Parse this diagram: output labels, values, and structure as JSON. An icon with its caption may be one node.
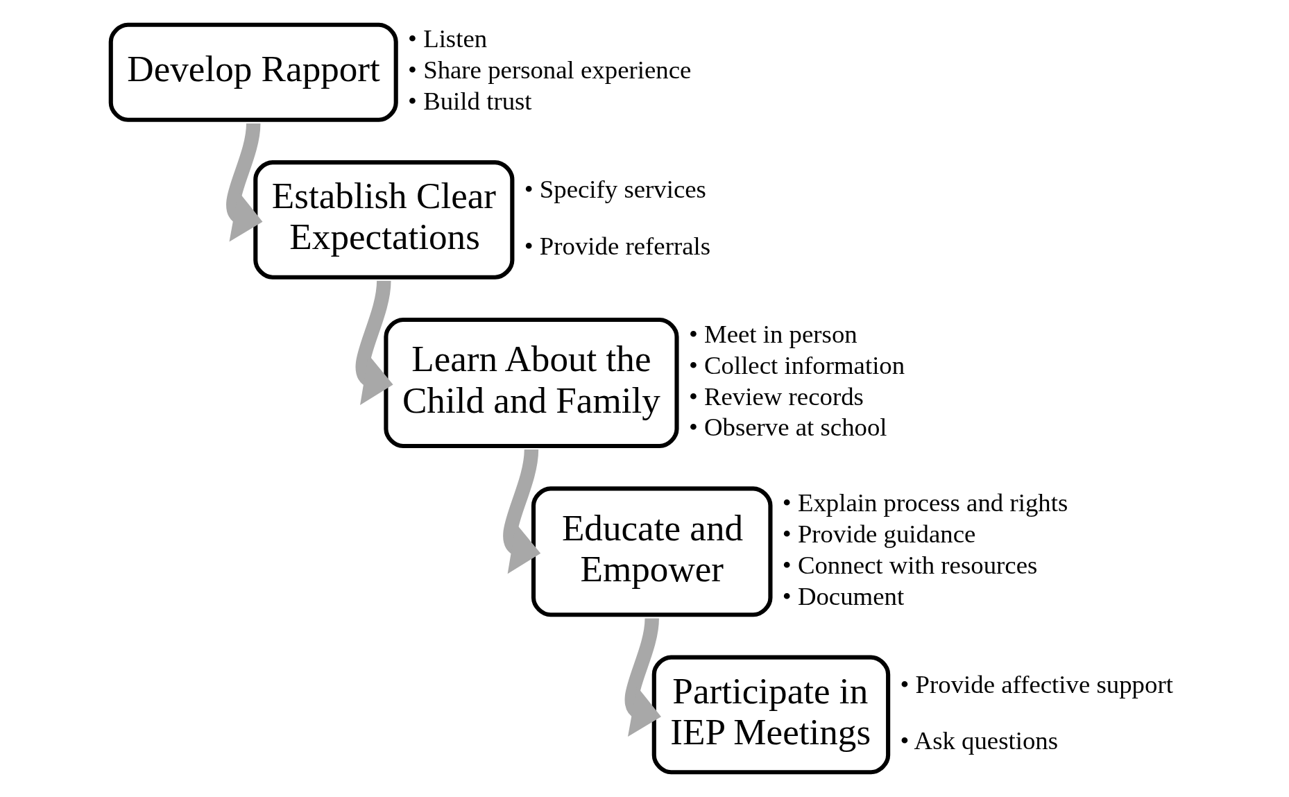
{
  "diagram": {
    "nodes": [
      {
        "text": [
          "Develop Rapport"
        ],
        "beside": [
          "• Listen",
          "• Share personal experience",
          "• Build trust"
        ]
      },
      {
        "text": [
          "Establish Clear Expectations"
        ],
        "beside": [
          "• Specify services",
          "• Provide referrals"
        ]
      },
      {
        "text": [
          "Learn About the Child and Family"
        ],
        "beside": [
          "• Meet in person",
          "• Collect information",
          "• Review records",
          "• Observe at school"
        ]
      },
      {
        "text": [
          "Educate and Empower"
        ],
        "beside": [
          "• Explain process and rights",
          "• Provide guidance",
          "• Connect with resources",
          "• Document"
        ]
      },
      {
        "text": [
          "Participate in IEP Meetings"
        ],
        "beside": [
          "• Provide affective support",
          "• Ask questions"
        ]
      }
    ],
    "edges": [
      {
        "from": 0,
        "to": 1,
        "arrow": "to"
      },
      {
        "from": 1,
        "to": 2,
        "arrow": "to"
      },
      {
        "from": 2,
        "to": 3,
        "arrow": "to"
      },
      {
        "from": 3,
        "to": 4,
        "arrow": "to"
      }
    ]
  }
}
